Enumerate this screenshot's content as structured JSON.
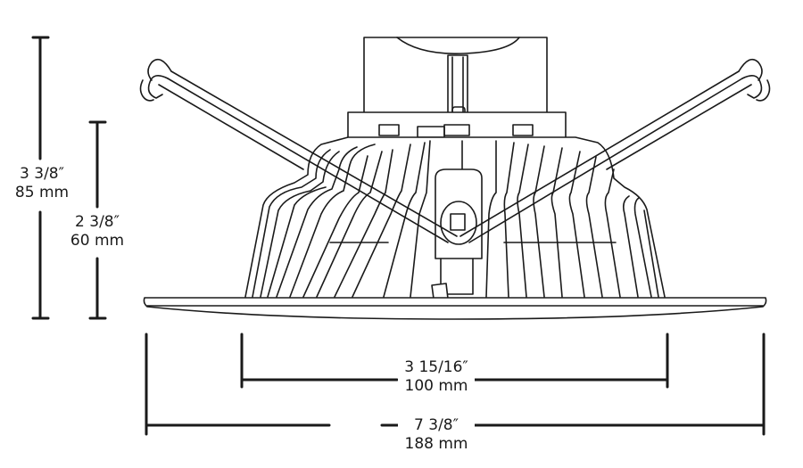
{
  "diagram": {
    "subject": "LED recessed downlight retrofit with torsion spring clips — side elevation",
    "stroke_color": "#1a1a1a",
    "background": "#ffffff"
  },
  "dimensions": {
    "overall_height": {
      "imperial": "3 3/8″",
      "metric": "85 mm"
    },
    "housing_height": {
      "imperial": "2 3/8″",
      "metric": "60 mm"
    },
    "housing_diameter": {
      "imperial": "3 15/16″",
      "metric": "100 mm"
    },
    "trim_diameter": {
      "imperial": "7 3/8″",
      "metric": "188 mm"
    }
  }
}
